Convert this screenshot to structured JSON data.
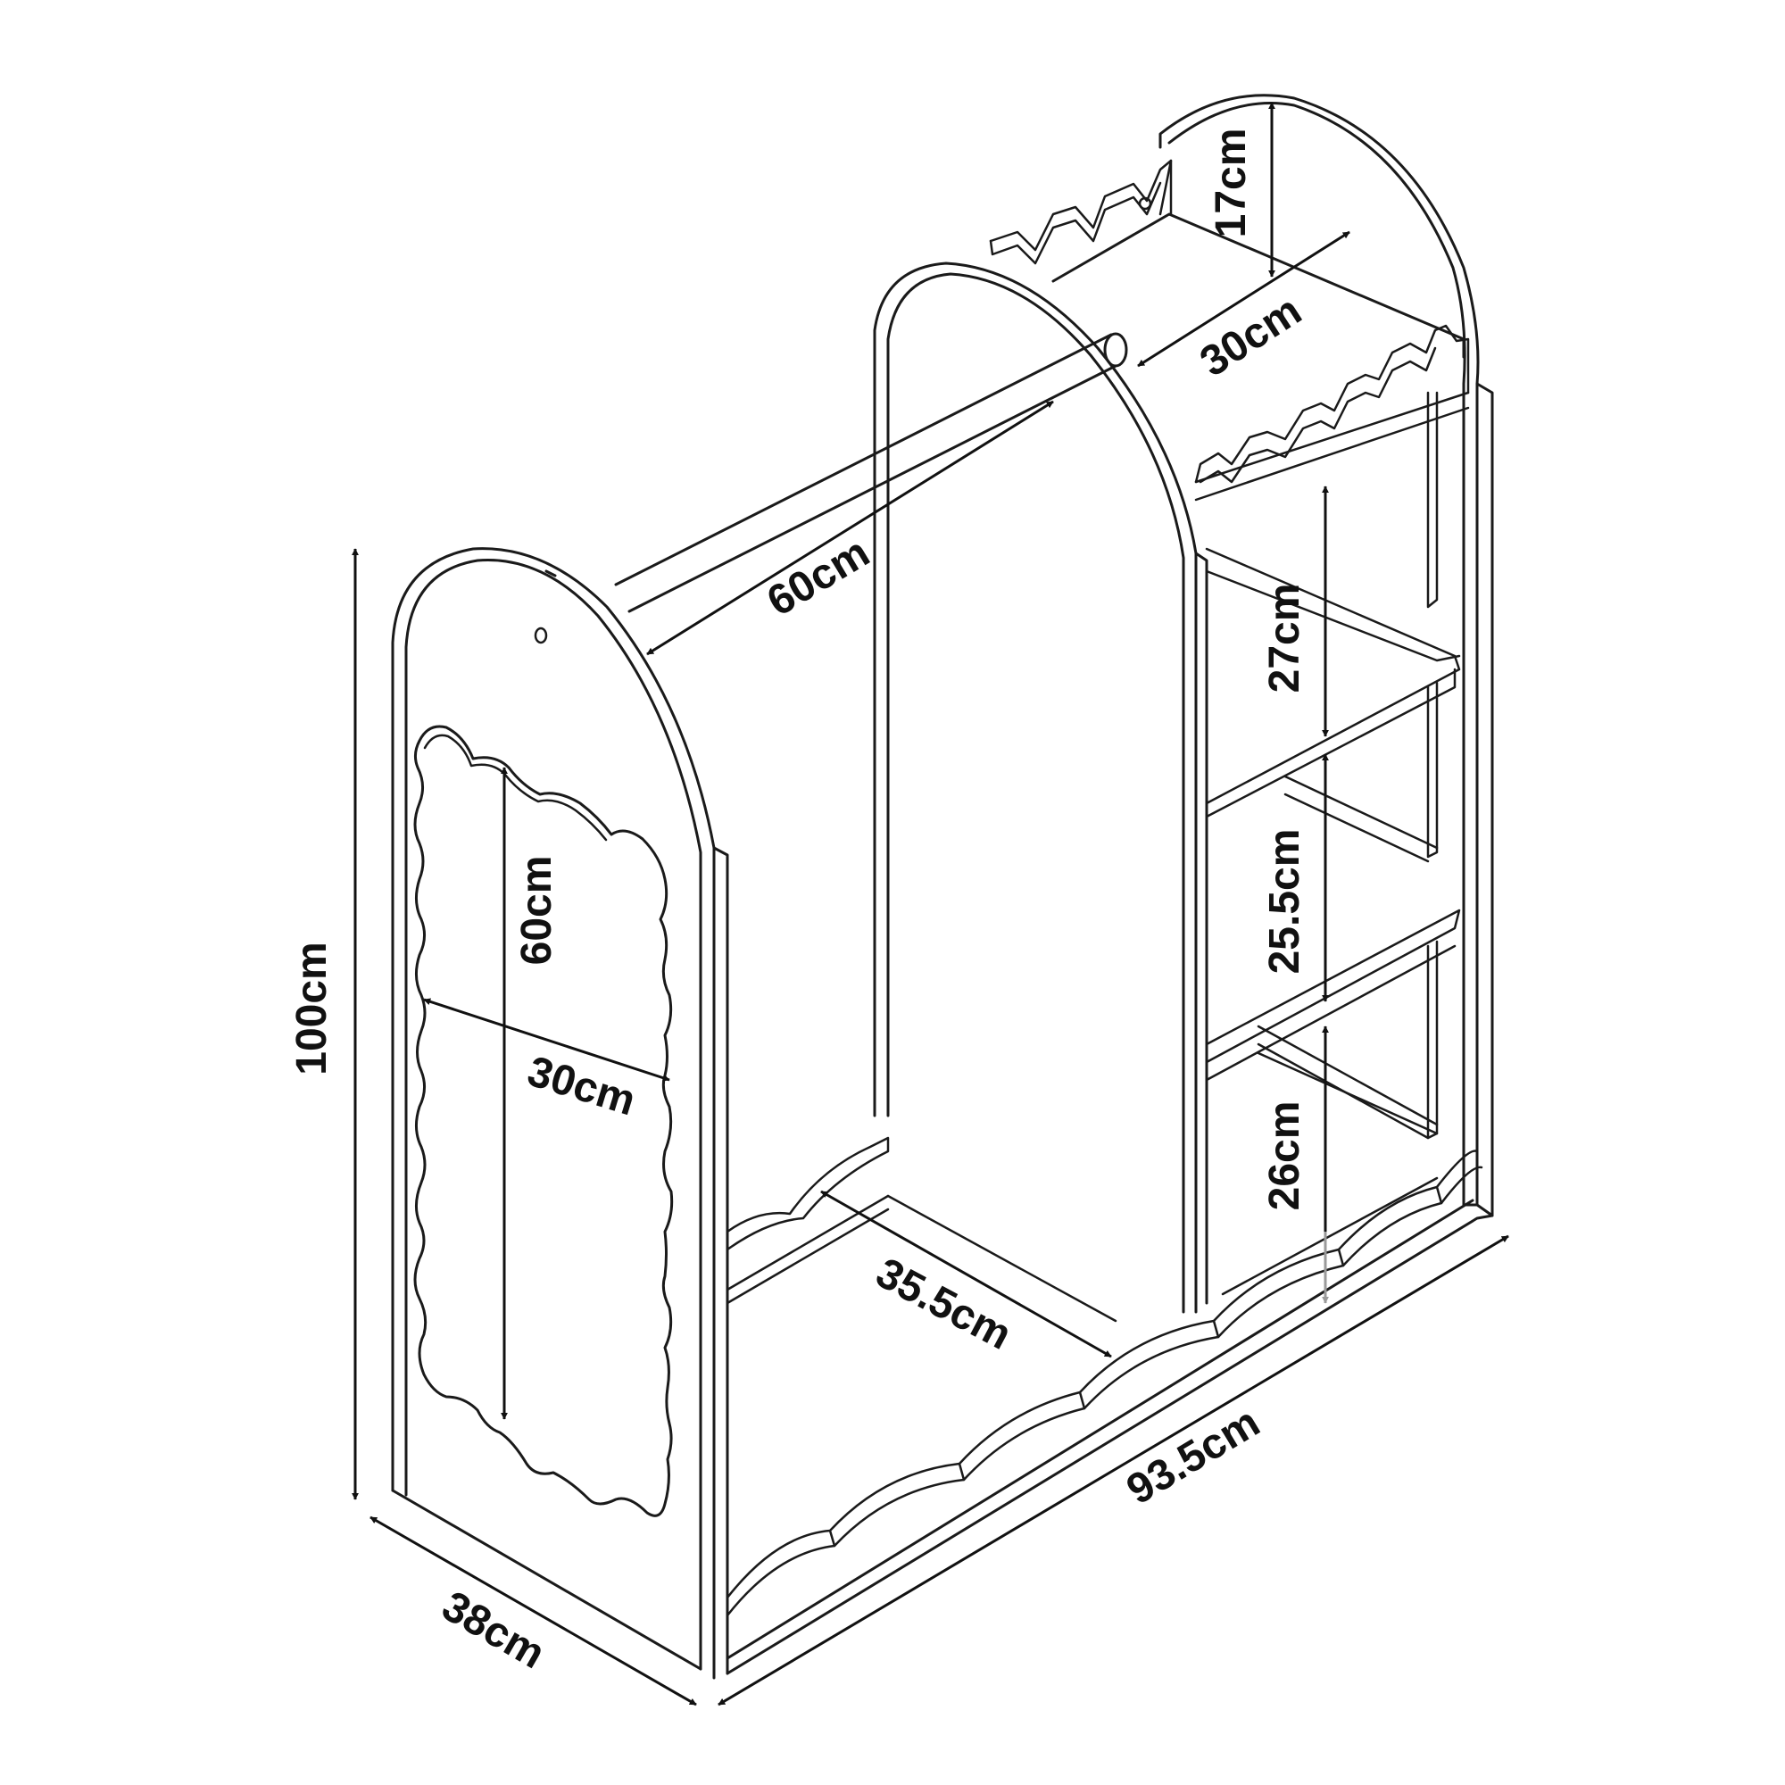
{
  "colors": {
    "line": "#1a1a1a",
    "background": "#ffffff",
    "faint_arrow": "#9a9a9a"
  },
  "dimensions": {
    "total_height": "100cm",
    "depth": "38cm",
    "width": "93.5cm",
    "rail_length": "60cm",
    "mirror_height": "60cm",
    "mirror_width": "30cm",
    "top_height": "17cm",
    "top_depth": "30cm",
    "shelf_1": "27cm",
    "shelf_2": "25.5cm",
    "shelf_3": "26cm",
    "bottom_width": "35.5cm"
  }
}
